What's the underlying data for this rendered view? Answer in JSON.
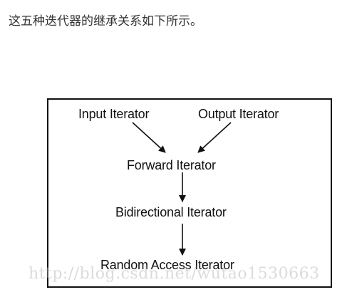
{
  "intro_text": "这五种迭代器的继承关系如下所示。",
  "diagram": {
    "nodes": {
      "input": "Input Iterator",
      "output": "Output Iterator",
      "forward": "Forward Iterator",
      "bidirectional": "Bidirectional Iterator",
      "random_access": "Random Access Iterator"
    },
    "watermark": "http://blog.csdn.net/wutao1530663"
  }
}
